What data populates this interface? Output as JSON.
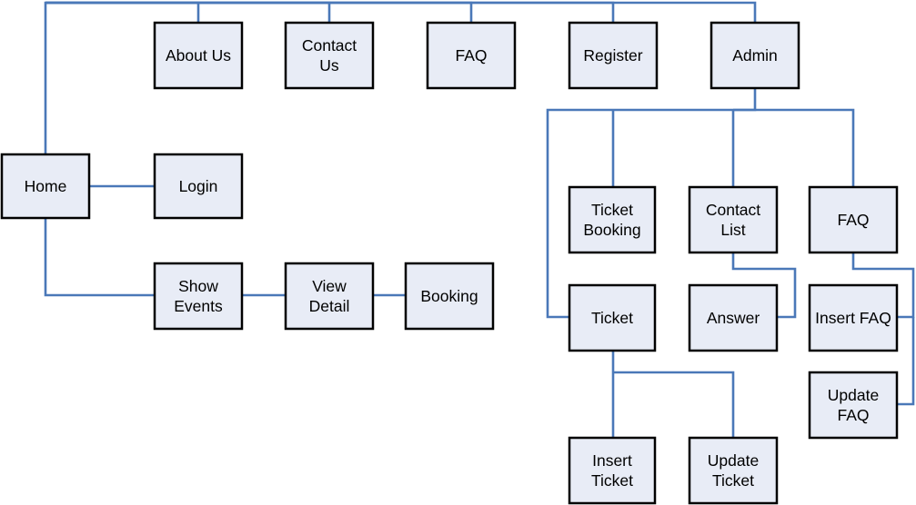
{
  "colors": {
    "node_fill": "#e8ecf6",
    "node_border": "#000000",
    "connector": "#4a78b8",
    "background": "#ffffff"
  },
  "nodes": {
    "home": [
      "Home"
    ],
    "about_us": [
      "About Us"
    ],
    "contact_us": [
      "Contact",
      "Us"
    ],
    "faq_top": [
      "FAQ"
    ],
    "register": [
      "Register"
    ],
    "admin": [
      "Admin"
    ],
    "login": [
      "Login"
    ],
    "show_events": [
      "Show",
      "Events"
    ],
    "view_detail": [
      "View",
      "Detail"
    ],
    "booking": [
      "Booking"
    ],
    "ticket_booking": [
      "Ticket",
      "Booking"
    ],
    "contact_list": [
      "Contact",
      "List"
    ],
    "faq_admin": [
      "FAQ"
    ],
    "ticket": [
      "Ticket"
    ],
    "answer": [
      "Answer"
    ],
    "insert_faq": [
      "Insert FAQ"
    ],
    "update_faq": [
      "Update",
      "FAQ"
    ],
    "insert_ticket": [
      "Insert",
      "Ticket"
    ],
    "update_ticket": [
      "Update",
      "Ticket"
    ]
  },
  "edges": [
    [
      "home",
      "about_us"
    ],
    [
      "home",
      "contact_us"
    ],
    [
      "home",
      "faq_top"
    ],
    [
      "home",
      "register"
    ],
    [
      "home",
      "admin"
    ],
    [
      "home",
      "login"
    ],
    [
      "home",
      "show_events"
    ],
    [
      "show_events",
      "view_detail"
    ],
    [
      "view_detail",
      "booking"
    ],
    [
      "admin",
      "ticket"
    ],
    [
      "admin",
      "ticket_booking"
    ],
    [
      "admin",
      "contact_list"
    ],
    [
      "admin",
      "faq_admin"
    ],
    [
      "contact_list",
      "answer"
    ],
    [
      "faq_admin",
      "insert_faq"
    ],
    [
      "faq_admin",
      "update_faq"
    ],
    [
      "ticket",
      "insert_ticket"
    ],
    [
      "ticket",
      "update_ticket"
    ]
  ]
}
